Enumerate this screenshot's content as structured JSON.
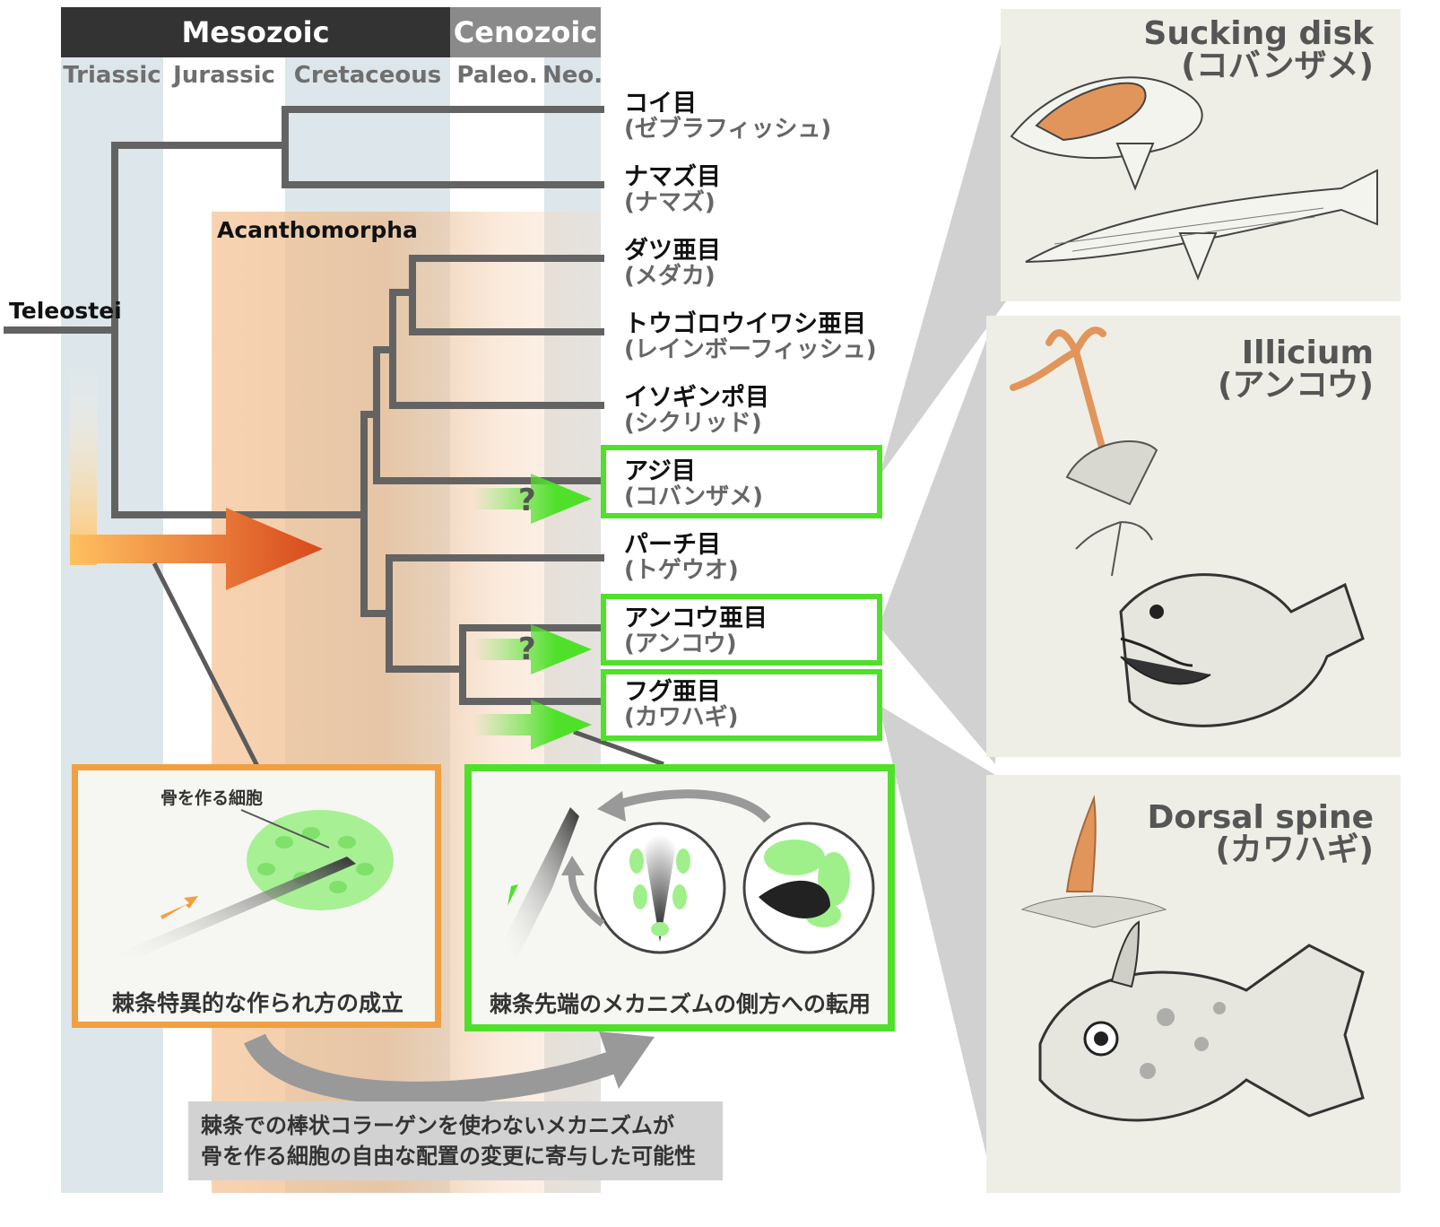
{
  "eras": {
    "mesozoic": "Mesozoic",
    "cenozoic": "Cenozoic"
  },
  "periods": {
    "triassic": "Triassic",
    "jurassic": "Jurassic",
    "cretaceous": "Cretaceous",
    "paleo": "Paleo.",
    "neo": "Neo."
  },
  "clades": {
    "teleostei": "Teleostei",
    "acanthomorpha": "Acanthomorpha"
  },
  "taxa": [
    {
      "name": "コイ目",
      "example": "(ゼブラフィッシュ)"
    },
    {
      "name": "ナマズ目",
      "example": "(ナマズ)"
    },
    {
      "name": "ダツ亜目",
      "example": "(メダカ)"
    },
    {
      "name": "トウゴロウイワシ亜目",
      "example": "(レインボーフィッシュ)"
    },
    {
      "name": "イソギンポ目",
      "example": "(シクリッド)"
    },
    {
      "name": "アジ目",
      "example": "(コバンザメ)"
    },
    {
      "name": "パーチ目",
      "example": "(トゲウオ)"
    },
    {
      "name": "アンコウ亜目",
      "example": "(アンコウ)"
    },
    {
      "name": "フグ亜目",
      "example": "(カワハギ)"
    }
  ],
  "question_mark": "?",
  "panels": {
    "sucking_disk": {
      "title": "Sucking disk",
      "subtitle": "(コバンザメ)"
    },
    "illicium": {
      "title": "Illicium",
      "subtitle": "(アンコウ)"
    },
    "dorsal_spine": {
      "title": "Dorsal spine",
      "subtitle": "(カワハギ)"
    }
  },
  "insets": {
    "left": {
      "cell_label": "骨を作る細胞",
      "caption": "棘条特異的な作られ方の成立"
    },
    "right": {
      "caption": "棘条先端のメカニズムの側方への転用"
    }
  },
  "note": {
    "line1": "棘条での棒状コラーゲンを使わないメカニズムが",
    "line2": "骨を作る細胞の自由な配置の変更に寄与した可能性"
  },
  "colors": {
    "header_dark": "#333333",
    "header_cenozoic": "#8a8a8a",
    "band_blue": "#dde6ea",
    "acanthomorpha": "#f6d2b0",
    "tree_line": "#636363",
    "green": "#4fe12a",
    "orange": "#f0a040",
    "red_arrow": "#d8481c",
    "panel_bg": "#eeeee6",
    "cell_green": "#9ff08a"
  }
}
